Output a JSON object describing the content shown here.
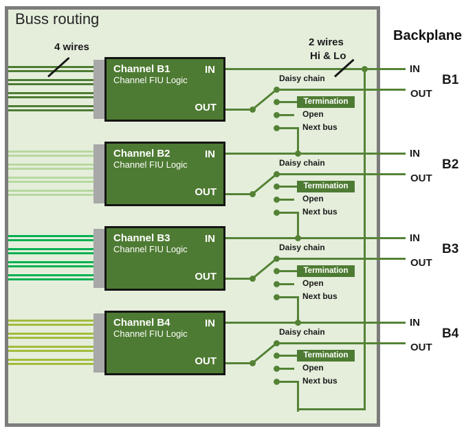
{
  "title": "Buss routing",
  "backplane_title": "Backplane",
  "annotations": {
    "wires4": "4 wires",
    "wires2_line1": "2 wires",
    "wires2_line2": "Hi & Lo"
  },
  "labels": {
    "in": "IN",
    "out": "OUT",
    "daisy_chain": "Daisy chain",
    "termination": "Termination",
    "open": "Open",
    "next_bus": "Next bus"
  },
  "channels": [
    {
      "name": "B1",
      "title": "Channel B1",
      "subtitle": "Channel FIU Logic",
      "wire_color": "#4e7b33"
    },
    {
      "name": "B2",
      "title": "Channel B2",
      "subtitle": "Channel FIU Logic",
      "wire_color": "#b7d89e"
    },
    {
      "name": "B3",
      "title": "Channel B3",
      "subtitle": "Channel FIU Logic",
      "wire_color": "#00b050"
    },
    {
      "name": "B4",
      "title": "Channel B4",
      "subtitle": "Channel FIU Logic",
      "wire_color": "#a4bb3c"
    }
  ],
  "colors": {
    "background": "#ffffff",
    "panel_fill": "#e4eedb",
    "panel_border": "#7c7c7c",
    "block_fill": "#4e7b33",
    "block_border": "#141414",
    "line": "#548235",
    "connector": "#a8a8a8",
    "text_dark": "#1a1a1a",
    "text_light": "#ffffff"
  }
}
